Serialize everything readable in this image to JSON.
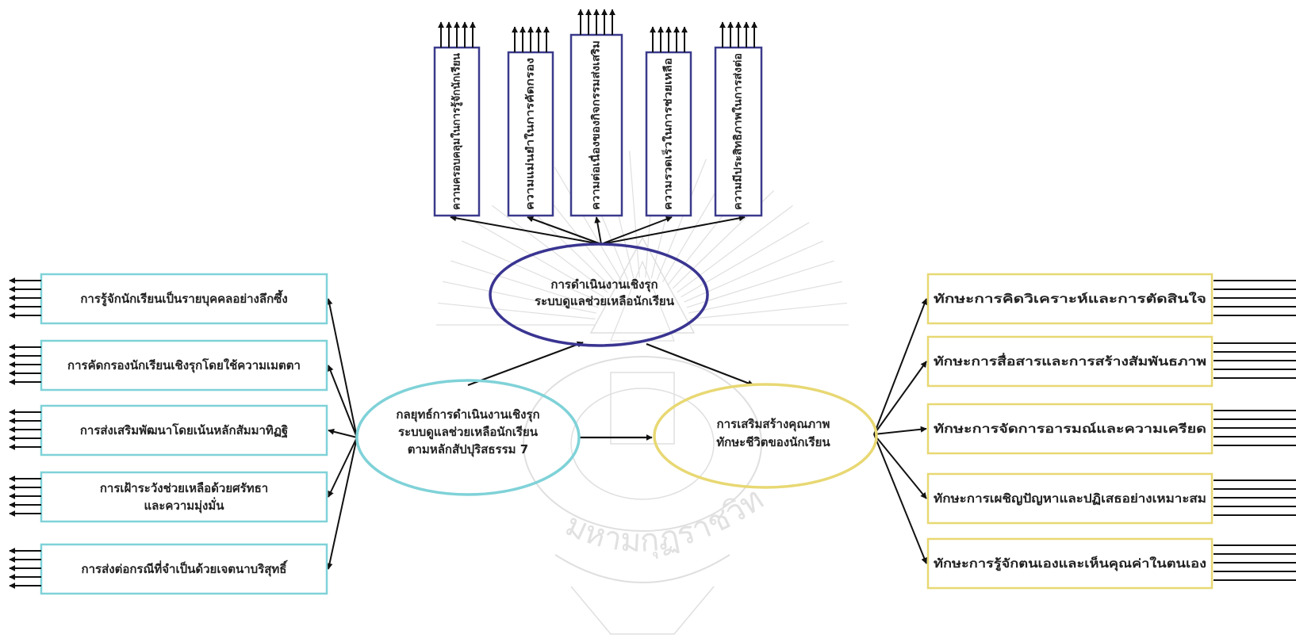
{
  "colors": {
    "top": "#3a3a8c",
    "top_ellipse": "#3a3591",
    "left": "#7fd2d8",
    "right": "#e8d873",
    "arrow": "#111111",
    "watermark": "#d4d4d4"
  },
  "watermark": {
    "text": "มหามกุฏราชวิทยาลัย"
  },
  "center": {
    "lines": [
      "กลยุทธ์การดำเนินงานเชิงรุก",
      "ระบบดูแลช่วยเหลือนักเรียน",
      "ตามหลักสัปปุริสธรรม 7"
    ]
  },
  "top_ellipse": {
    "lines": [
      "การดำเนินงานเชิงรุก",
      "ระบบดูแลช่วยเหลือนักเรียน"
    ]
  },
  "right_ellipse": {
    "lines": [
      "การเสริมสร้างคุณภาพ",
      "ทักษะชีวิตของนักเรียน"
    ]
  },
  "top_boxes": [
    "ความครอบคลุมในการรู้จักนักเรียน",
    "ความแม่นยำในการคัดกรอง",
    "ความต่อเนื่องของกิจกรรมส่งเสริม",
    "ความรวดเร็วในการช่วยเหลือ",
    "ความมีประสิทธิภาพในการส่งต่อ"
  ],
  "left_boxes": [
    [
      "การรู้จักนักเรียนเป็นรายบุคคลอย่างลึกซึ้ง"
    ],
    [
      "การคัดกรองนักเรียนเชิงรุกโดยใช้ความเมตตา"
    ],
    [
      "การส่งเสริมพัฒนาโดยเน้นหลักสัมมาทิฏฐิ"
    ],
    [
      "การเฝ้าระวังช่วยเหลือด้วยศรัทธา",
      "และความมุ่งมั่น"
    ],
    [
      "การส่งต่อกรณีที่จำเป็นด้วยเจตนาบริสุทธิ์"
    ]
  ],
  "right_boxes": [
    "ทักษะการคิดวิเคราะห์และการตัดสินใจ",
    "ทักษะการสื่อสารและการสร้างสัมพันธภาพ",
    "ทักษะการจัดการอารมณ์และความเครียด",
    "ทักษะการเผชิญปัญหาและปฏิเสธอย่างเหมาะสม",
    "ทักษะการรู้จักตนเองและเห็นคุณค่าในตนเอง"
  ]
}
